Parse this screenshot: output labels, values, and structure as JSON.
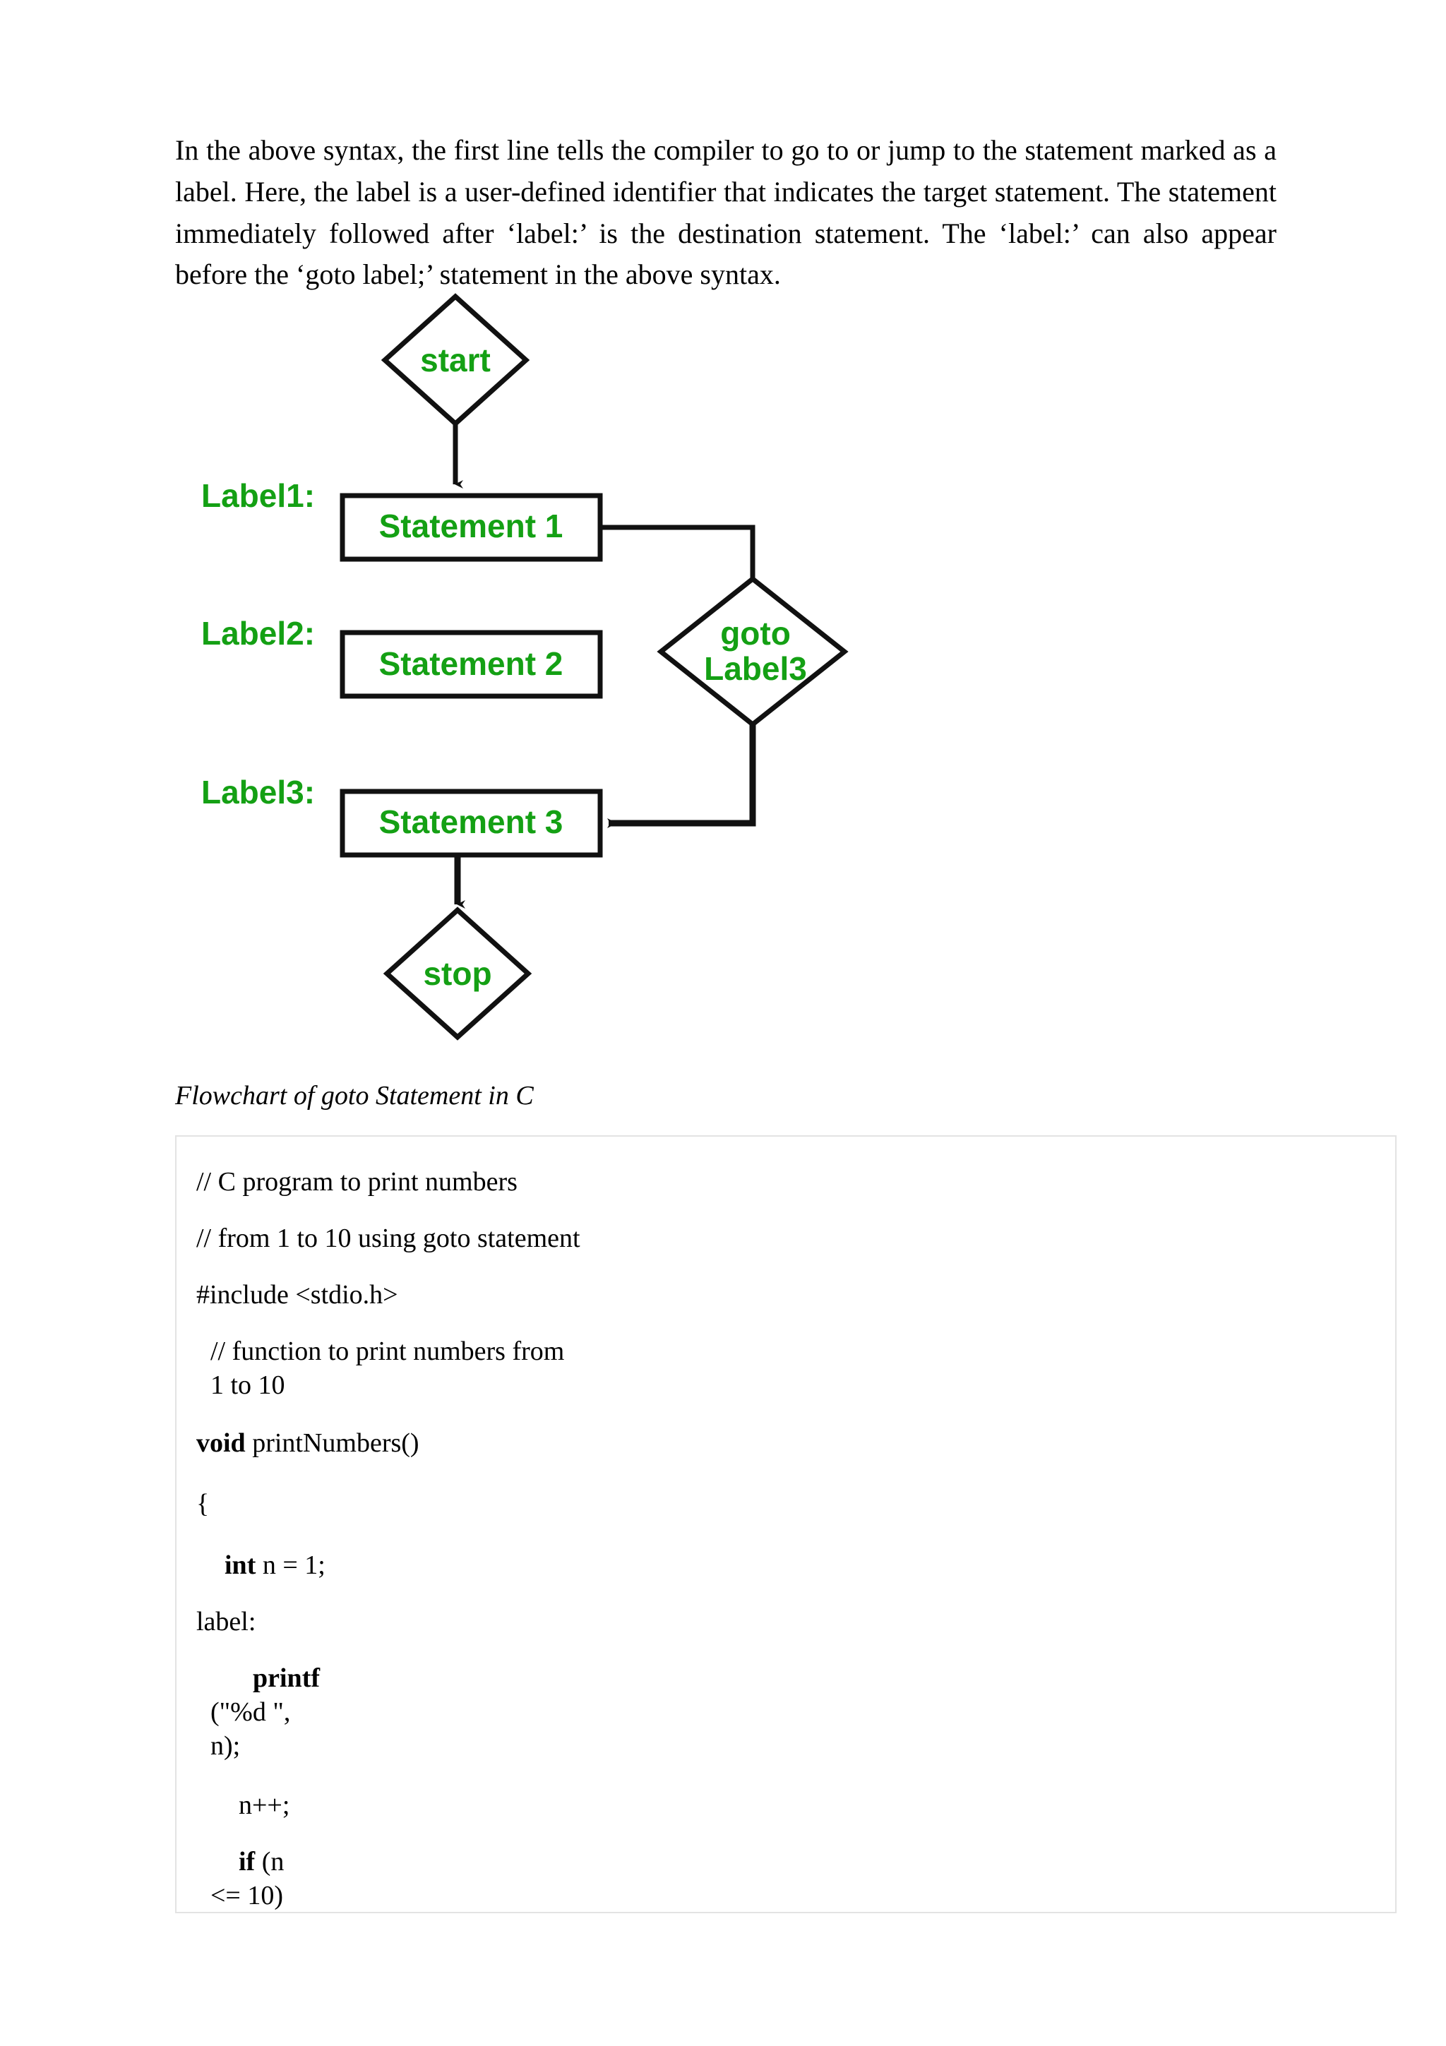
{
  "document": {
    "intro_paragraph": "In the above syntax, the first line tells the compiler to go to or jump to the statement marked as a label. Here, the label is a user-defined identifier that indicates the target statement. The statement immediately followed after ‘label:’ is the destination statement. The ‘label:’ can also appear before the ‘goto label;’ statement in the above syntax.",
    "figure_caption": "Flowchart of goto Statement in C"
  },
  "flowchart": {
    "accent_color": "#14a014",
    "line_color": "#111111",
    "nodes": {
      "start": "start",
      "stop": "stop",
      "goto_line1": "goto",
      "goto_line2": "Label3",
      "statement1": "Statement 1",
      "statement2": "Statement 2",
      "statement3": "Statement 3"
    },
    "labels": {
      "label1": "Label1:",
      "label2": "Label2:",
      "label3": "Label3:"
    }
  },
  "code": {
    "lines": [
      {
        "id": "c1",
        "text": "// C program to print numbers",
        "keyword": ""
      },
      {
        "id": "c2",
        "text": "// from 1 to 10 using goto statement",
        "keyword": ""
      },
      {
        "id": "c3",
        "text": "#include <stdio.h>",
        "keyword": ""
      },
      {
        "id": "c4",
        "text": "// function to print numbers from",
        "keyword": ""
      },
      {
        "id": "c5",
        "text": "1 to 10",
        "keyword": ""
      },
      {
        "id": "c6",
        "text": " printNumbers()",
        "keyword": "void"
      },
      {
        "id": "c7",
        "text": "{",
        "keyword": ""
      },
      {
        "id": "c8",
        "text": " n = 1;",
        "keyword": "int"
      },
      {
        "id": "c9",
        "text": "label:",
        "keyword": ""
      },
      {
        "id": "c10",
        "text": "",
        "keyword": "printf"
      },
      {
        "id": "c11",
        "text": "(\"%d \",",
        "keyword": ""
      },
      {
        "id": "c12",
        "text": "n);",
        "keyword": ""
      },
      {
        "id": "c13",
        "text": "n++;",
        "keyword": ""
      },
      {
        "id": "c14",
        "text": " (n",
        "keyword": "if"
      },
      {
        "id": "c15",
        "text": "<= 10)",
        "keyword": ""
      }
    ]
  }
}
